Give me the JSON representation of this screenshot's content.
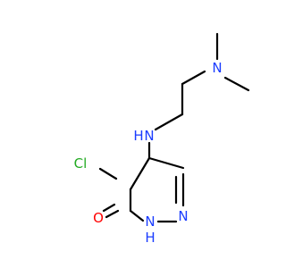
{
  "molecule": {
    "atoms": {
      "cl": {
        "text": "Cl",
        "color": "#22aa22"
      },
      "o": {
        "text": "O",
        "color": "#ff0000"
      },
      "nh_amino": {
        "text": "N",
        "h_text": "H",
        "color": "#1a3cff"
      },
      "n_dimethyl": {
        "text": "N",
        "color": "#1a3cff"
      },
      "n_ring": {
        "text": "N",
        "color": "#1a3cff"
      },
      "nh_ring": {
        "text": "N",
        "h_text": "H",
        "color": "#1a3cff"
      }
    },
    "bond_color": "#000000"
  }
}
